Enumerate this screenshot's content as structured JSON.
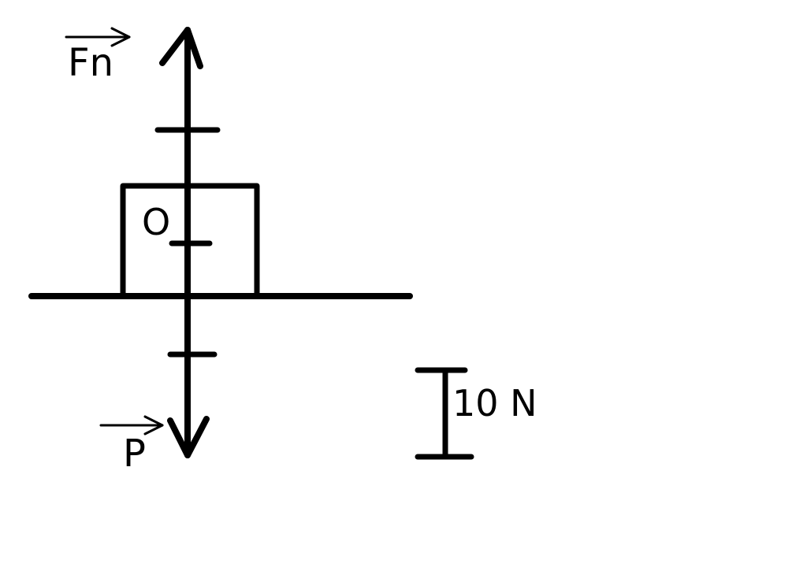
{
  "diagram": {
    "labels": {
      "normal_force": "Fn",
      "weight": "P",
      "point": "O",
      "scale": "10 N"
    },
    "colors": {
      "ink": "#000000",
      "background": "#ffffff"
    },
    "forces": {
      "normal_force_newtons": 20,
      "weight_newtons": 20,
      "scale_unit_newtons": 10
    }
  }
}
